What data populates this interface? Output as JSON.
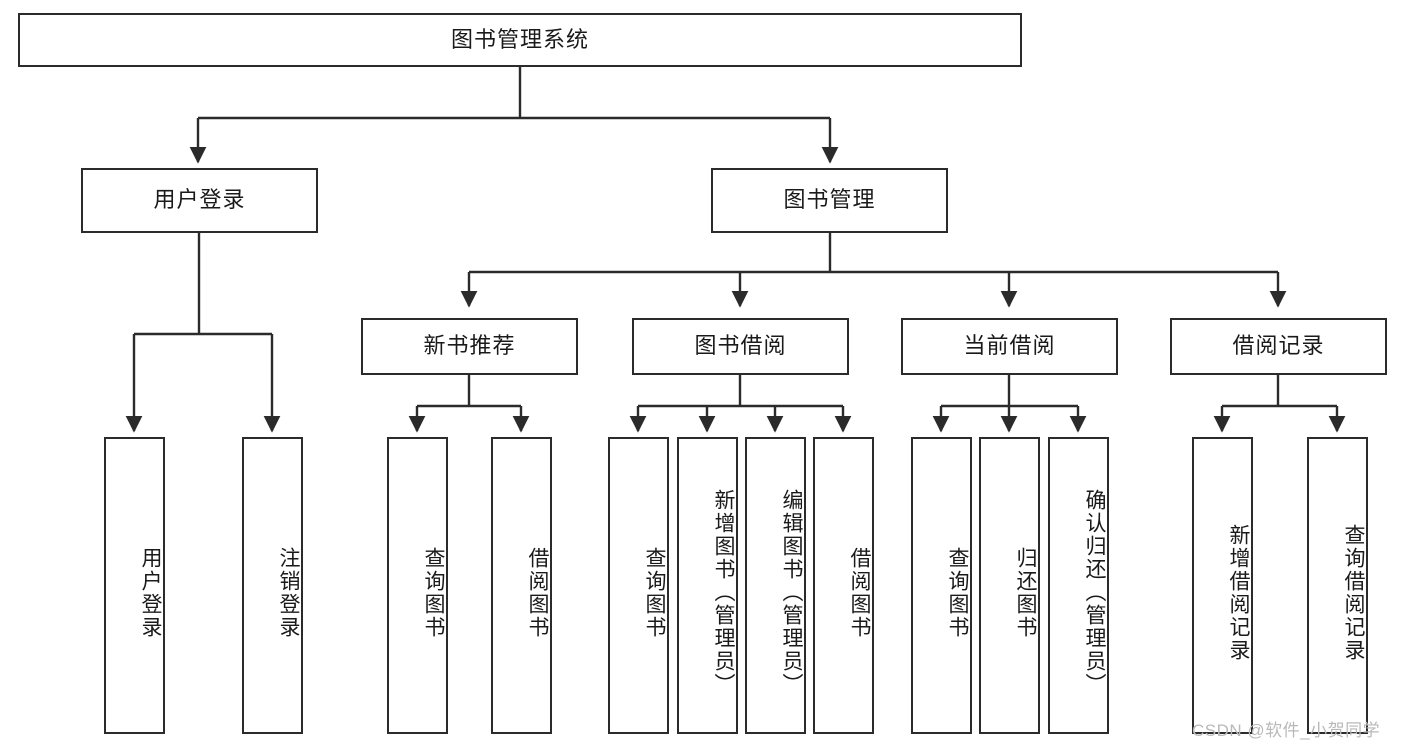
{
  "diagram": {
    "type": "tree-hierarchy",
    "title": "图书管理系统",
    "watermark": "CSDN @软件_小贺同学",
    "colors": {
      "node_border": "#2b2b2b",
      "node_fill": "#ffffff",
      "edge": "#2b2b2b",
      "text": "#1a1a1a",
      "watermark": "#b9b9b9",
      "background": "#ffffff"
    },
    "root": {
      "label": "图书管理系统"
    },
    "level2": [
      {
        "label": "用户登录"
      },
      {
        "label": "图书管理"
      }
    ],
    "level3": [
      {
        "label": "新书推荐"
      },
      {
        "label": "图书借阅"
      },
      {
        "label": "当前借阅"
      },
      {
        "label": "借阅记录"
      }
    ],
    "leaves": {
      "user_login": [
        {
          "label": "用户登录"
        },
        {
          "label": "注销登录"
        }
      ],
      "new_book": [
        {
          "label": "查询图书"
        },
        {
          "label": "借阅图书"
        }
      ],
      "book_borrow": [
        {
          "label": "查询图书"
        },
        {
          "label": "新增图书（管理员）"
        },
        {
          "label": "编辑图书（管理员）"
        },
        {
          "label": "借阅图书"
        }
      ],
      "current_borrow": [
        {
          "label": "查询图书"
        },
        {
          "label": "归还图书"
        },
        {
          "label": "确认归还（管理员）"
        }
      ],
      "borrow_record": [
        {
          "label": "新增借阅记录"
        },
        {
          "label": "查询借阅记录"
        }
      ]
    }
  }
}
